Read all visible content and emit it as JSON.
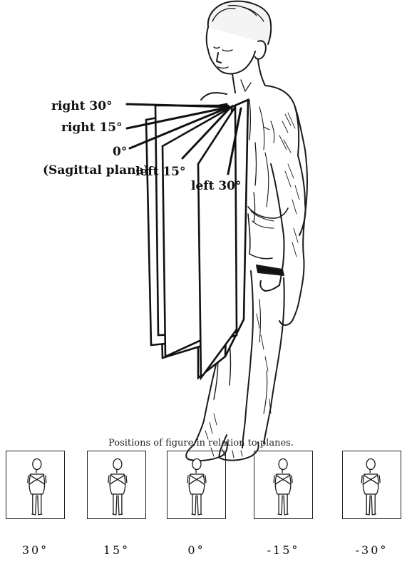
{
  "diagram": {
    "labels": {
      "right30": "right  30°",
      "right15": "right 15°",
      "zero": "0°",
      "sagittal": "(Sagittal  plane)",
      "left15": "left  15°",
      "left30": "left  30°"
    },
    "caption": "Positions of figure in relation to planes.",
    "positions": [
      {
        "label": "30°",
        "rotation_deg": 30
      },
      {
        "label": "15°",
        "rotation_deg": 15
      },
      {
        "label": "0°",
        "rotation_deg": 0
      },
      {
        "label": "-15°",
        "rotation_deg": -15
      },
      {
        "label": "-30°",
        "rotation_deg": -30
      }
    ]
  }
}
